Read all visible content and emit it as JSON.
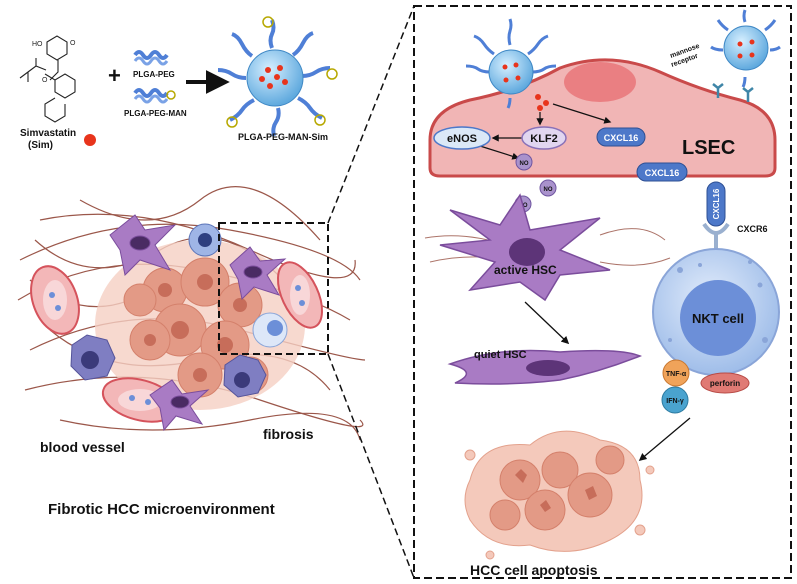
{
  "left_panel": {
    "drug_name": "Simvastatin",
    "drug_abbrev": "(Sim)",
    "plus_sign": "+",
    "polymer_1": "PLGA-PEG",
    "polymer_2": "PLGA-PEG-MAN",
    "nanoparticle_label": "PLGA-PEG-MAN-Sim",
    "blood_vessel_label": "blood vessel",
    "fibrosis_label": "fibrosis",
    "microenvironment_caption": "Fibrotic HCC microenvironment"
  },
  "right_panel": {
    "mannose_receptor_label": "mannose\nreceptor",
    "lsec_label": "LSEC",
    "enos_label": "eNOS",
    "klf2_label": "KLF2",
    "cxcl16_intracellular": "CXCL16",
    "cxcl16_membrane": "CXCL16",
    "cxcl16_bound": "CXCL16",
    "no_labels": [
      "NO",
      "NO",
      "NO"
    ],
    "cxcr6_label": "CXCR6",
    "active_hsc_label": "active HSC",
    "quiet_hsc_label": "quiet HSC",
    "nkt_cell_label": "NKT cell",
    "tnf_label": "TNF-α",
    "perforin_label": "perforin",
    "ifn_label": "IFN-γ",
    "apoptosis_label": "HCC cell apoptosis"
  },
  "colors": {
    "lsec_fill": "#f1b5b5",
    "lsec_stroke": "#c94a4a",
    "nanoparticle_core": "#8ec9ee",
    "peg_chain": "#4f7fd6",
    "drug_dot": "#e8341c",
    "hsc_fill": "#a97bc4",
    "nkt_fill": "#bcd2f2",
    "cxcl16_fill": "#4d78c9",
    "fibrosis_stroke": "#8a3a2b",
    "tumor_fill": "#e9a28c"
  }
}
